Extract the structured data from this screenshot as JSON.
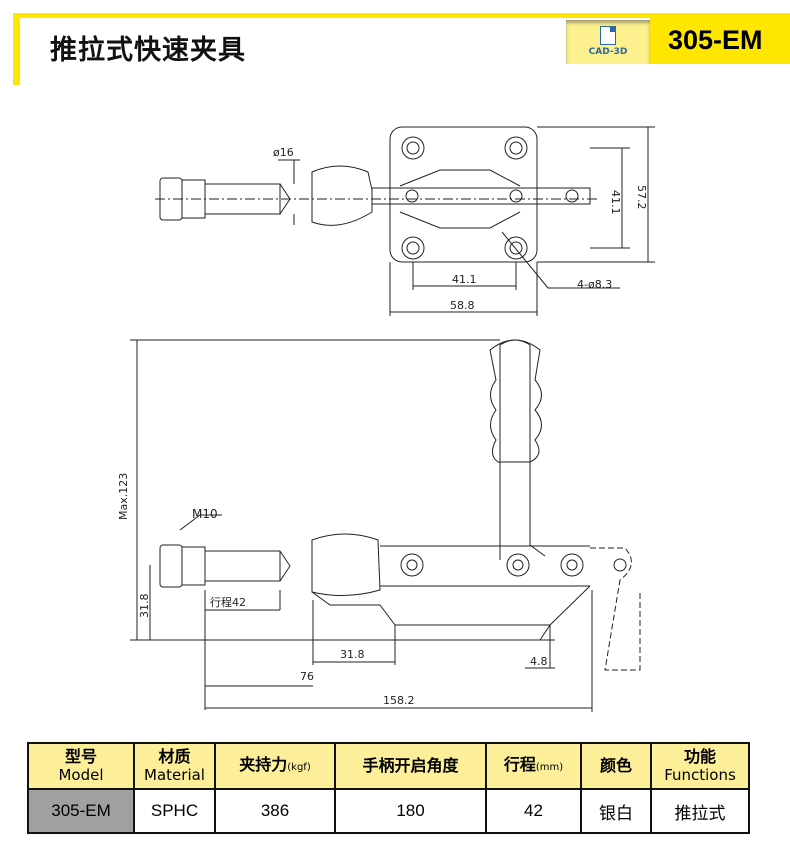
{
  "header": {
    "title": "推拉式快速夹具",
    "cad_label": "CAD-3D",
    "model": "305-EM"
  },
  "drawing": {
    "dims": {
      "rod_dia": "ø16",
      "inner_w": "41.1",
      "outer_w": "58.8",
      "inner_h": "41.1",
      "outer_h": "57.2",
      "holes": "4-ø8.3",
      "max_h": "Max.123",
      "thread": "M10",
      "stroke": "行程42",
      "base_h": "31.8",
      "d1": "31.8",
      "d2": "76",
      "d3": "158.2",
      "d4": "4.8"
    }
  },
  "table": {
    "headers": [
      {
        "cn": "型号",
        "en": "Model"
      },
      {
        "cn": "材质",
        "en": "Material"
      },
      {
        "cn": "夹持力",
        "unit": "(kgf)"
      },
      {
        "cn": "手柄开启角度"
      },
      {
        "cn": "行程",
        "unit": "(mm)"
      },
      {
        "cn": "颜色"
      },
      {
        "cn": "功能",
        "en": "Functions"
      }
    ],
    "row": [
      "305-EM",
      "SPHC",
      "386",
      "180",
      "42",
      "银白",
      "推拉式"
    ]
  }
}
